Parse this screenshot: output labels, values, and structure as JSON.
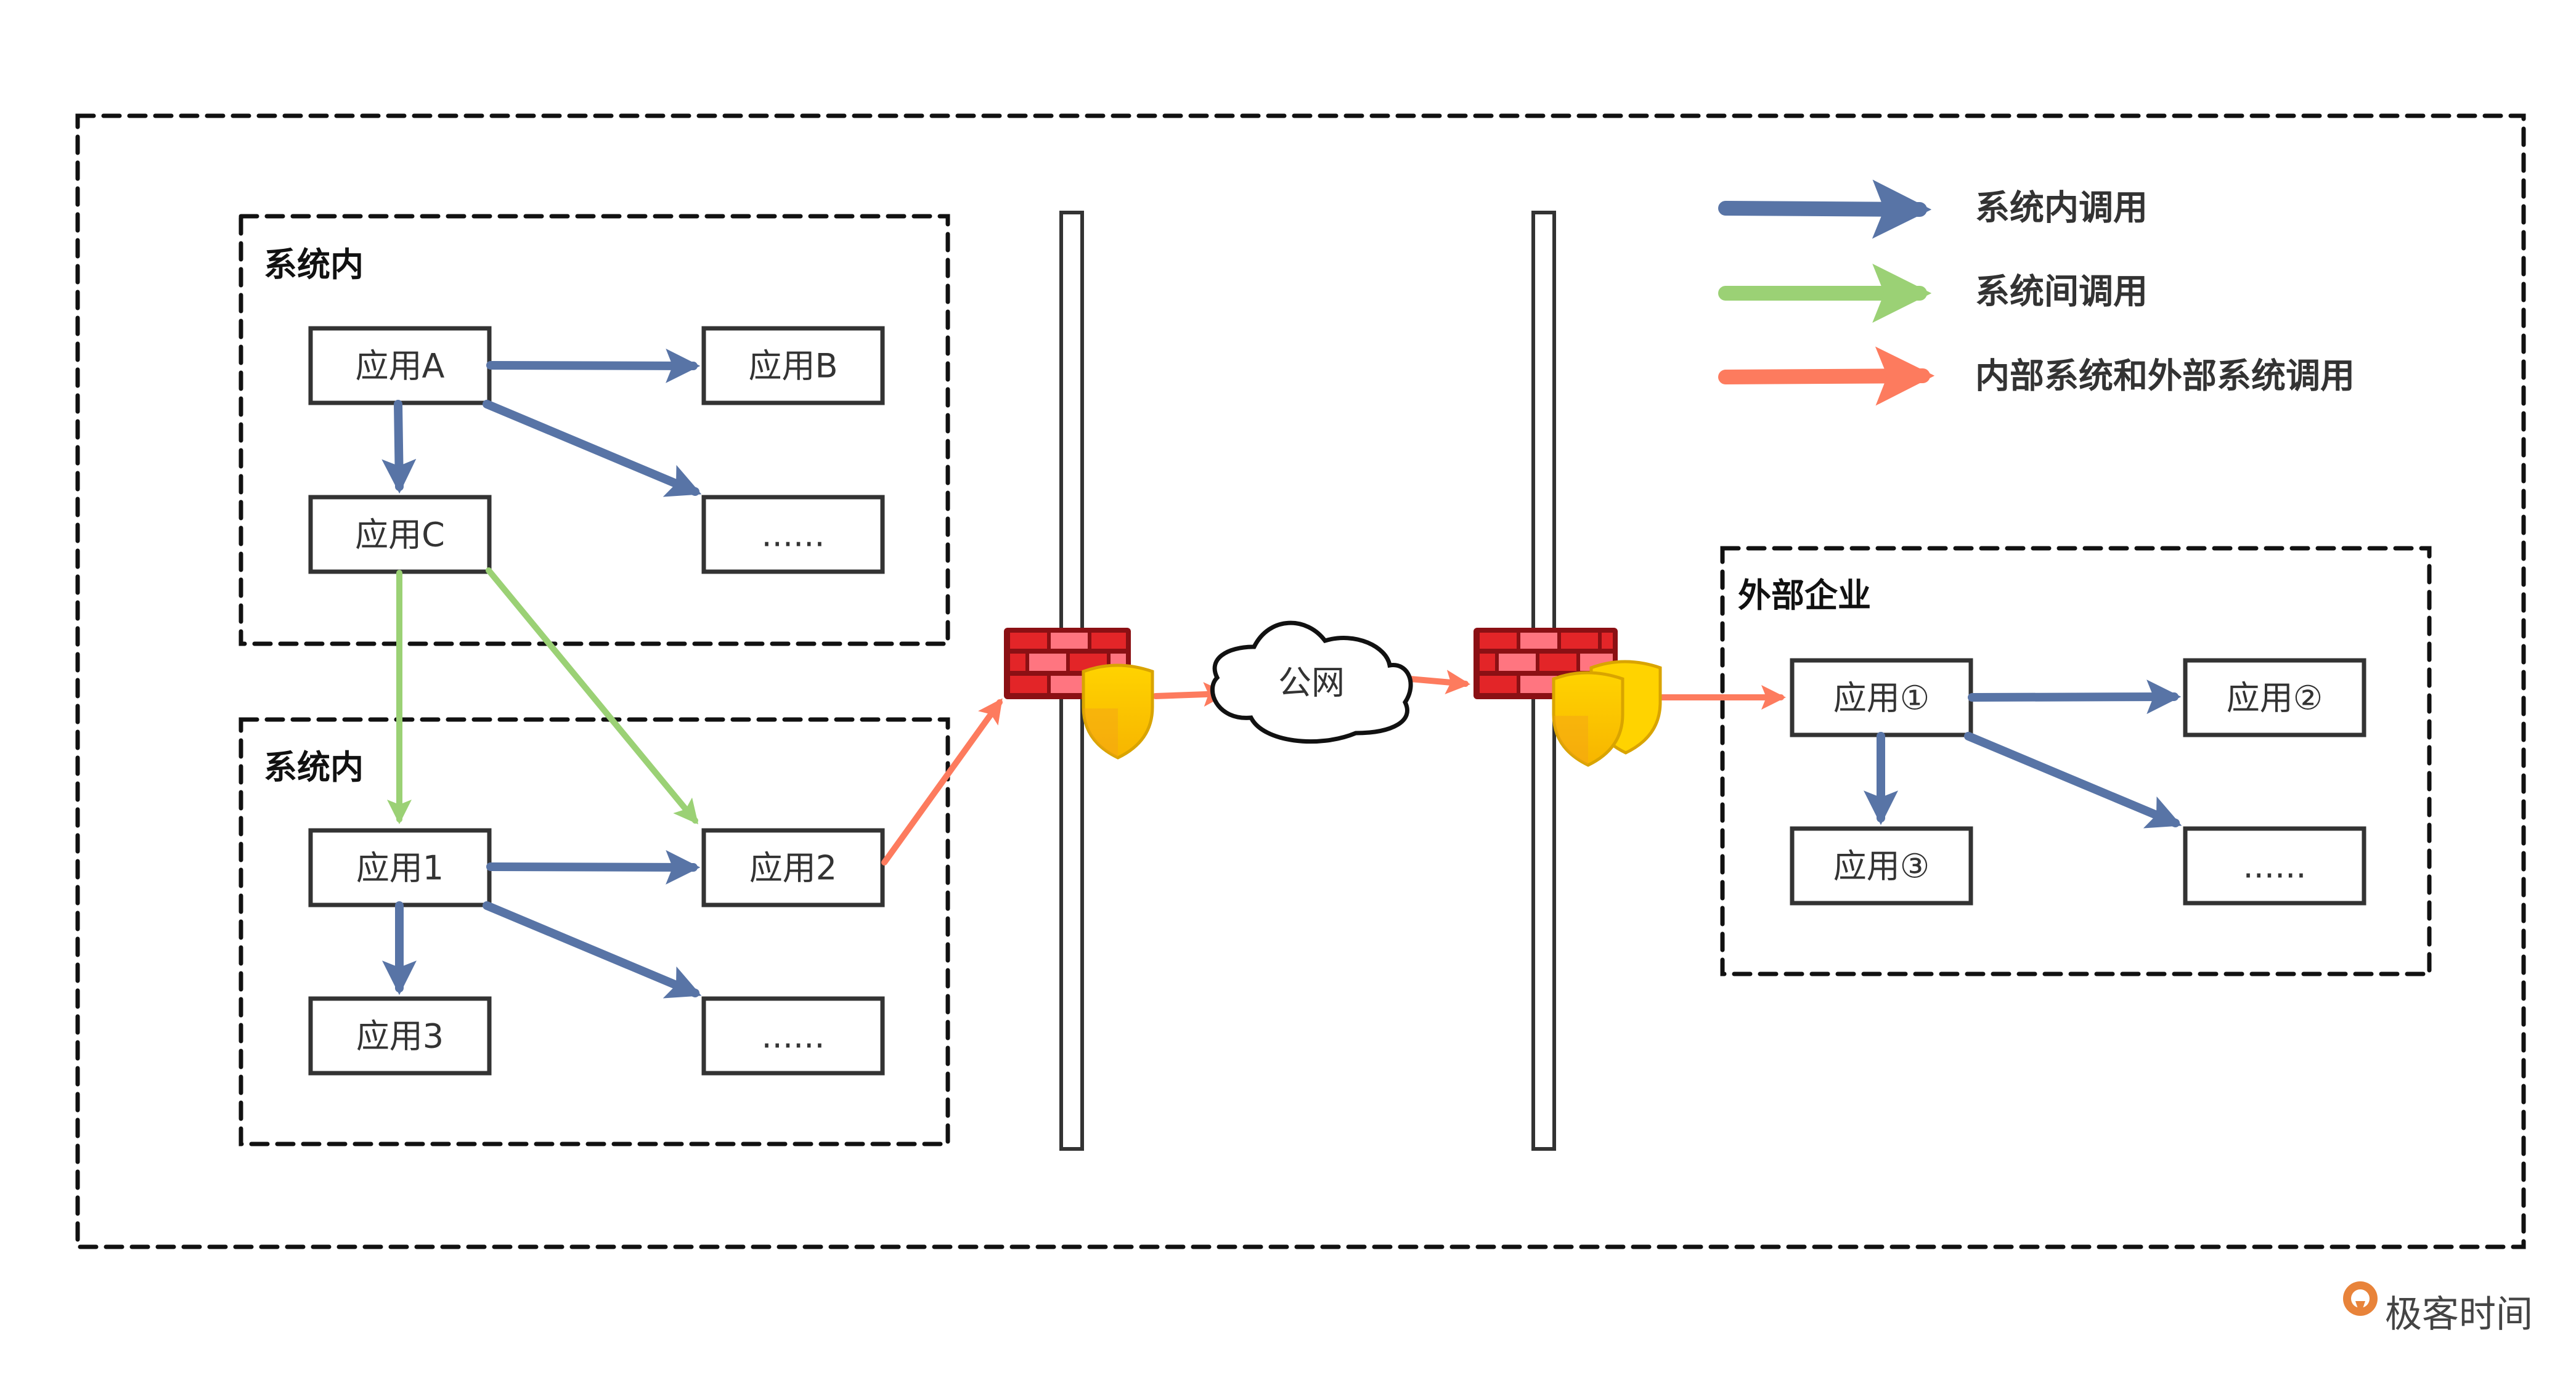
{
  "colors": {
    "background": "#ffffff",
    "canvas": "#fbfbf7",
    "intra_system": "#5874a6",
    "inter_system": "#9bd175",
    "external": "#fd7b5e",
    "box_stroke": "#333333",
    "firewall_brick": "#e32528",
    "firewall_brick_light": "#ff7580",
    "firewall_mortar": "#8b1014",
    "shield": "#ffd300",
    "shield_dark": "#f5a219"
  },
  "groups": {
    "system_a": {
      "title": "系统内",
      "apps": [
        "应用A",
        "应用B",
        "应用C",
        "......"
      ]
    },
    "system_b": {
      "title": "系统内",
      "apps": [
        "应用1",
        "应用2",
        "应用3",
        "......"
      ]
    },
    "external": {
      "title": "外部企业",
      "apps": [
        "应用①",
        "应用②",
        "应用③",
        "......"
      ]
    }
  },
  "network": {
    "cloud_label": "公网",
    "firewall_icon": "firewall-icon",
    "shield_icon": "shield-icon",
    "cloud_icon": "cloud-icon"
  },
  "legend": [
    {
      "label": "系统内调用",
      "color_key": "intra_system"
    },
    {
      "label": "系统间调用",
      "color_key": "inter_system"
    },
    {
      "label": "内部系统和外部系统调用",
      "color_key": "external"
    }
  ],
  "edges": [
    {
      "from": "应用A",
      "to": "应用B",
      "type": "intra_system"
    },
    {
      "from": "应用A",
      "to": "应用C",
      "type": "intra_system"
    },
    {
      "from": "应用A",
      "to": "......",
      "type": "intra_system"
    },
    {
      "from": "应用C",
      "to": "应用1",
      "type": "inter_system"
    },
    {
      "from": "应用C",
      "to": "应用2",
      "type": "inter_system"
    },
    {
      "from": "应用1",
      "to": "应用2",
      "type": "intra_system"
    },
    {
      "from": "应用1",
      "to": "应用3",
      "type": "intra_system"
    },
    {
      "from": "应用1",
      "to": "......",
      "type": "intra_system"
    },
    {
      "from": "应用2",
      "to": "防火墙",
      "type": "external"
    },
    {
      "from": "防火墙",
      "to": "公网",
      "type": "external"
    },
    {
      "from": "公网",
      "to": "防火墙",
      "type": "external"
    },
    {
      "from": "防火墙",
      "to": "应用①",
      "type": "external"
    },
    {
      "from": "应用①",
      "to": "应用②",
      "type": "intra_system"
    },
    {
      "from": "应用①",
      "to": "应用③",
      "type": "intra_system"
    },
    {
      "from": "应用①",
      "to": "......",
      "type": "intra_system"
    }
  ],
  "watermark": {
    "text": "极客时间",
    "icon": "geektime-logo-icon"
  }
}
